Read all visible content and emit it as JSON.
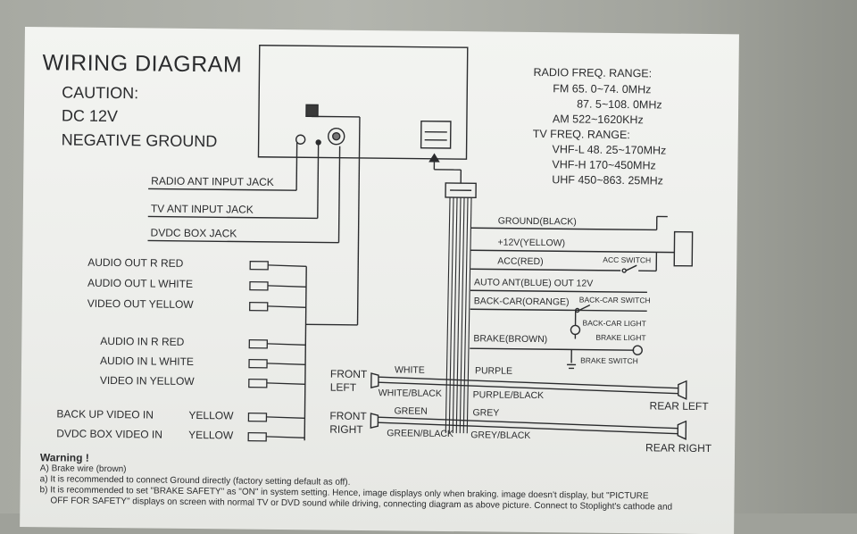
{
  "header": {
    "title": "WIRING DIAGRAM",
    "caution": "CAUTION:",
    "dc": "DC 12V",
    "ground": "NEGATIVE GROUND"
  },
  "radio_freq": {
    "heading": "RADIO FREQ. RANGE:",
    "fm1": "FM  65. 0~74. 0MHz",
    "fm2": "87. 5~108. 0MHz",
    "am": "AM  522~1620KHz"
  },
  "tv_freq": {
    "heading": "TV FREQ. RANGE:",
    "vhfl": "VHF-L  48. 25~170MHz",
    "vhfh": "VHF-H  170~450MHz",
    "uhf": "UHF  450~863. 25MHz"
  },
  "jacks": {
    "radio_ant": "RADIO ANT INPUT JACK",
    "tv_ant": "TV ANT INPUT JACK",
    "dvdc_box": "DVDC BOX JACK"
  },
  "rca": {
    "audio_out_r": "AUDIO OUT  R RED",
    "audio_out_l": "AUDIO OUT  L WHITE",
    "video_out": "VIDEO OUT     YELLOW",
    "audio_in_r": "AUDIO IN  R RED",
    "audio_in_l": "AUDIO IN  L WHITE",
    "video_in": "VIDEO IN     YELLOW",
    "backup_video": "BACK UP VIDEO IN",
    "backup_color": "YELLOW",
    "dvdc_video": "DVDC BOX VIDEO IN",
    "dvdc_color": "YELLOW"
  },
  "power": {
    "ground": "GROUND(BLACK)",
    "plus12": "+12V(YELLOW)",
    "acc": "ACC(RED)",
    "acc_switch": "ACC SWITCH",
    "auto_ant": "AUTO ANT(BLUE) OUT 12V",
    "back_car": "BACK-CAR(ORANGE)",
    "back_car_switch": "BACK-CAR SWITCH",
    "back_car_light": "BACK-CAR LIGHT",
    "brake": "BRAKE(BROWN)",
    "brake_light": "BRAKE LIGHT",
    "brake_switch": "BRAKE SWITCH"
  },
  "speakers": {
    "front": "FRONT",
    "left": "LEFT",
    "right": "RIGHT",
    "white": "WHITE",
    "white_black": "WHITE/BLACK",
    "purple": "PURPLE",
    "purple_black": "PURPLE/BLACK",
    "green": "GREEN",
    "green_black": "GREEN/BLACK",
    "grey": "GREY",
    "grey_black": "GREY/BLACK",
    "rear_left": "REAR LEFT",
    "rear_right": "REAR RIGHT"
  },
  "warning": {
    "heading": "Warning !",
    "line1": "A) Brake wire (brown)",
    "line2": "a) It is recommended to connect Ground directly (factory setting default as off).",
    "line3": "b) It is recommended to set \"BRAKE SAFETY\" as \"ON\" in system setting. Hence, image displays only when braking. image doesn't display, but \"PICTURE",
    "line4": "OFF FOR SAFETY\" displays on screen with normal TV or DVD sound while driving, connecting diagram as above picture. Connect to Stoplight's cathode and"
  },
  "colors": {
    "paper": "#eeefec",
    "ink": "#2b2c2e",
    "wall": "#a7a9a2"
  }
}
